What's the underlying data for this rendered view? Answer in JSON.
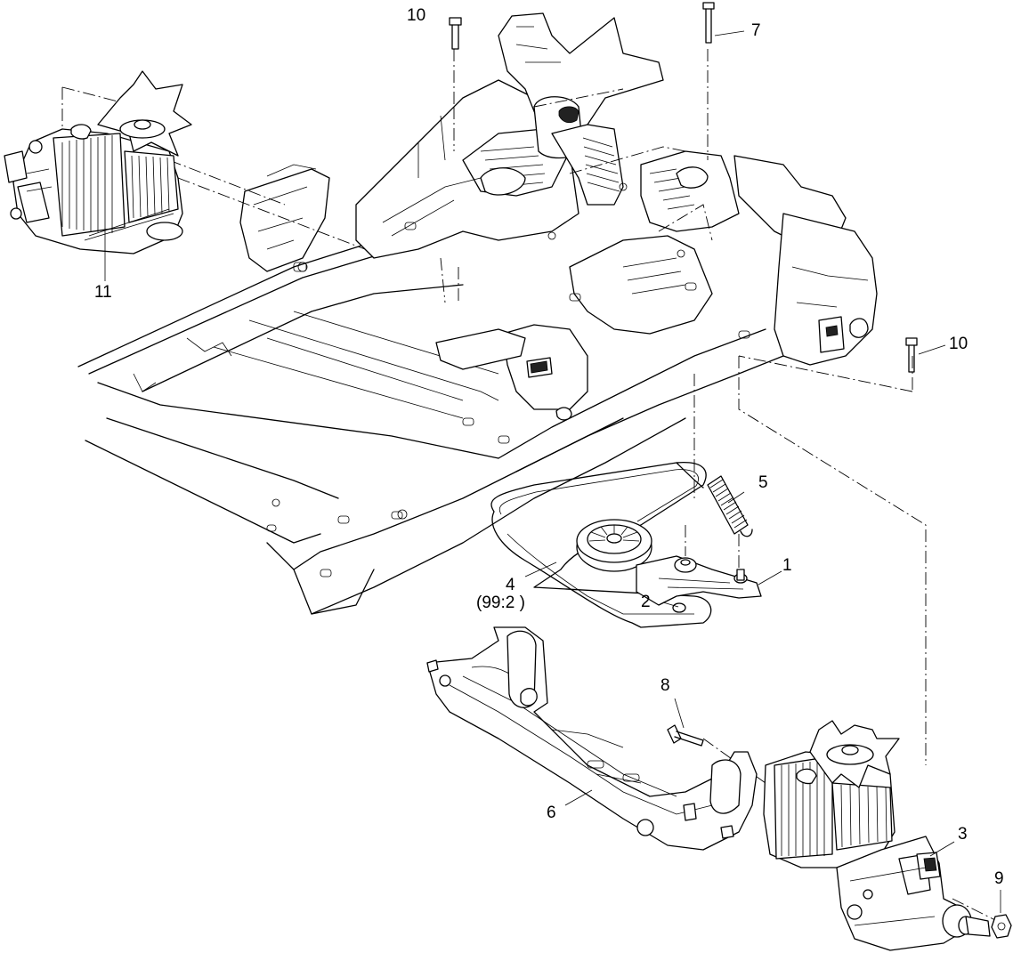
{
  "callouts": {
    "c1": "1",
    "c2": "2",
    "c3": "3",
    "c4": "4",
    "c4_ref": "(99:2 )",
    "c5": "5",
    "c6": "6",
    "c7": "7",
    "c8": "8",
    "c9": "9",
    "c10a": "10",
    "c10b": "10",
    "c11": "11"
  },
  "colors": {
    "line": "#000000",
    "background": "#ffffff"
  }
}
